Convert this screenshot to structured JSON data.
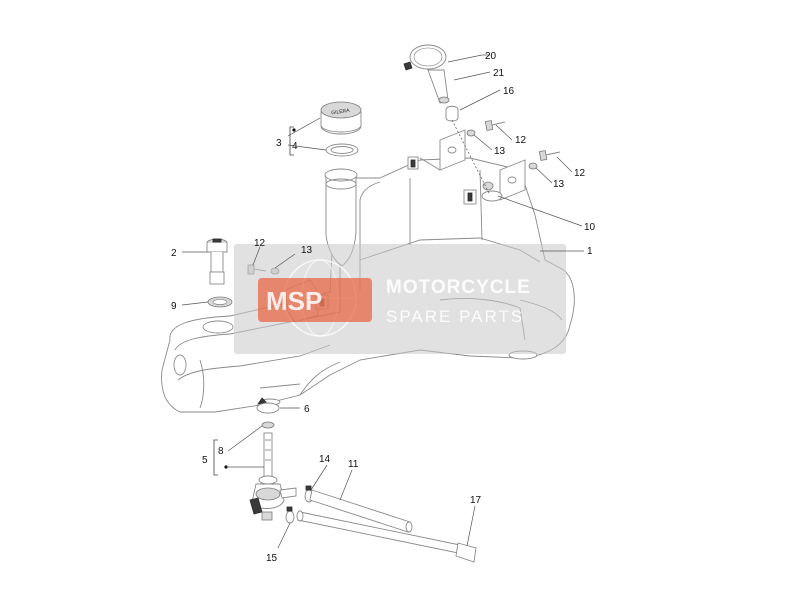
{
  "watermark": {
    "line1": "MOTORCYCLE",
    "line2": "SPARE PARTS",
    "logo_color": "#e8603a"
  },
  "callouts": {
    "c1": "1",
    "c2": "2",
    "c3": "3",
    "c4": "4",
    "c5": "5",
    "c6": "6",
    "c8": "8",
    "c9": "9",
    "c10": "10",
    "c11": "11",
    "c12a": "12",
    "c12b": "12",
    "c12c": "12",
    "c13a": "13",
    "c13b": "13",
    "c13c": "13",
    "c14": "14",
    "c15": "15",
    "c16": "16",
    "c17": "17",
    "c20": "20",
    "c21": "21"
  }
}
